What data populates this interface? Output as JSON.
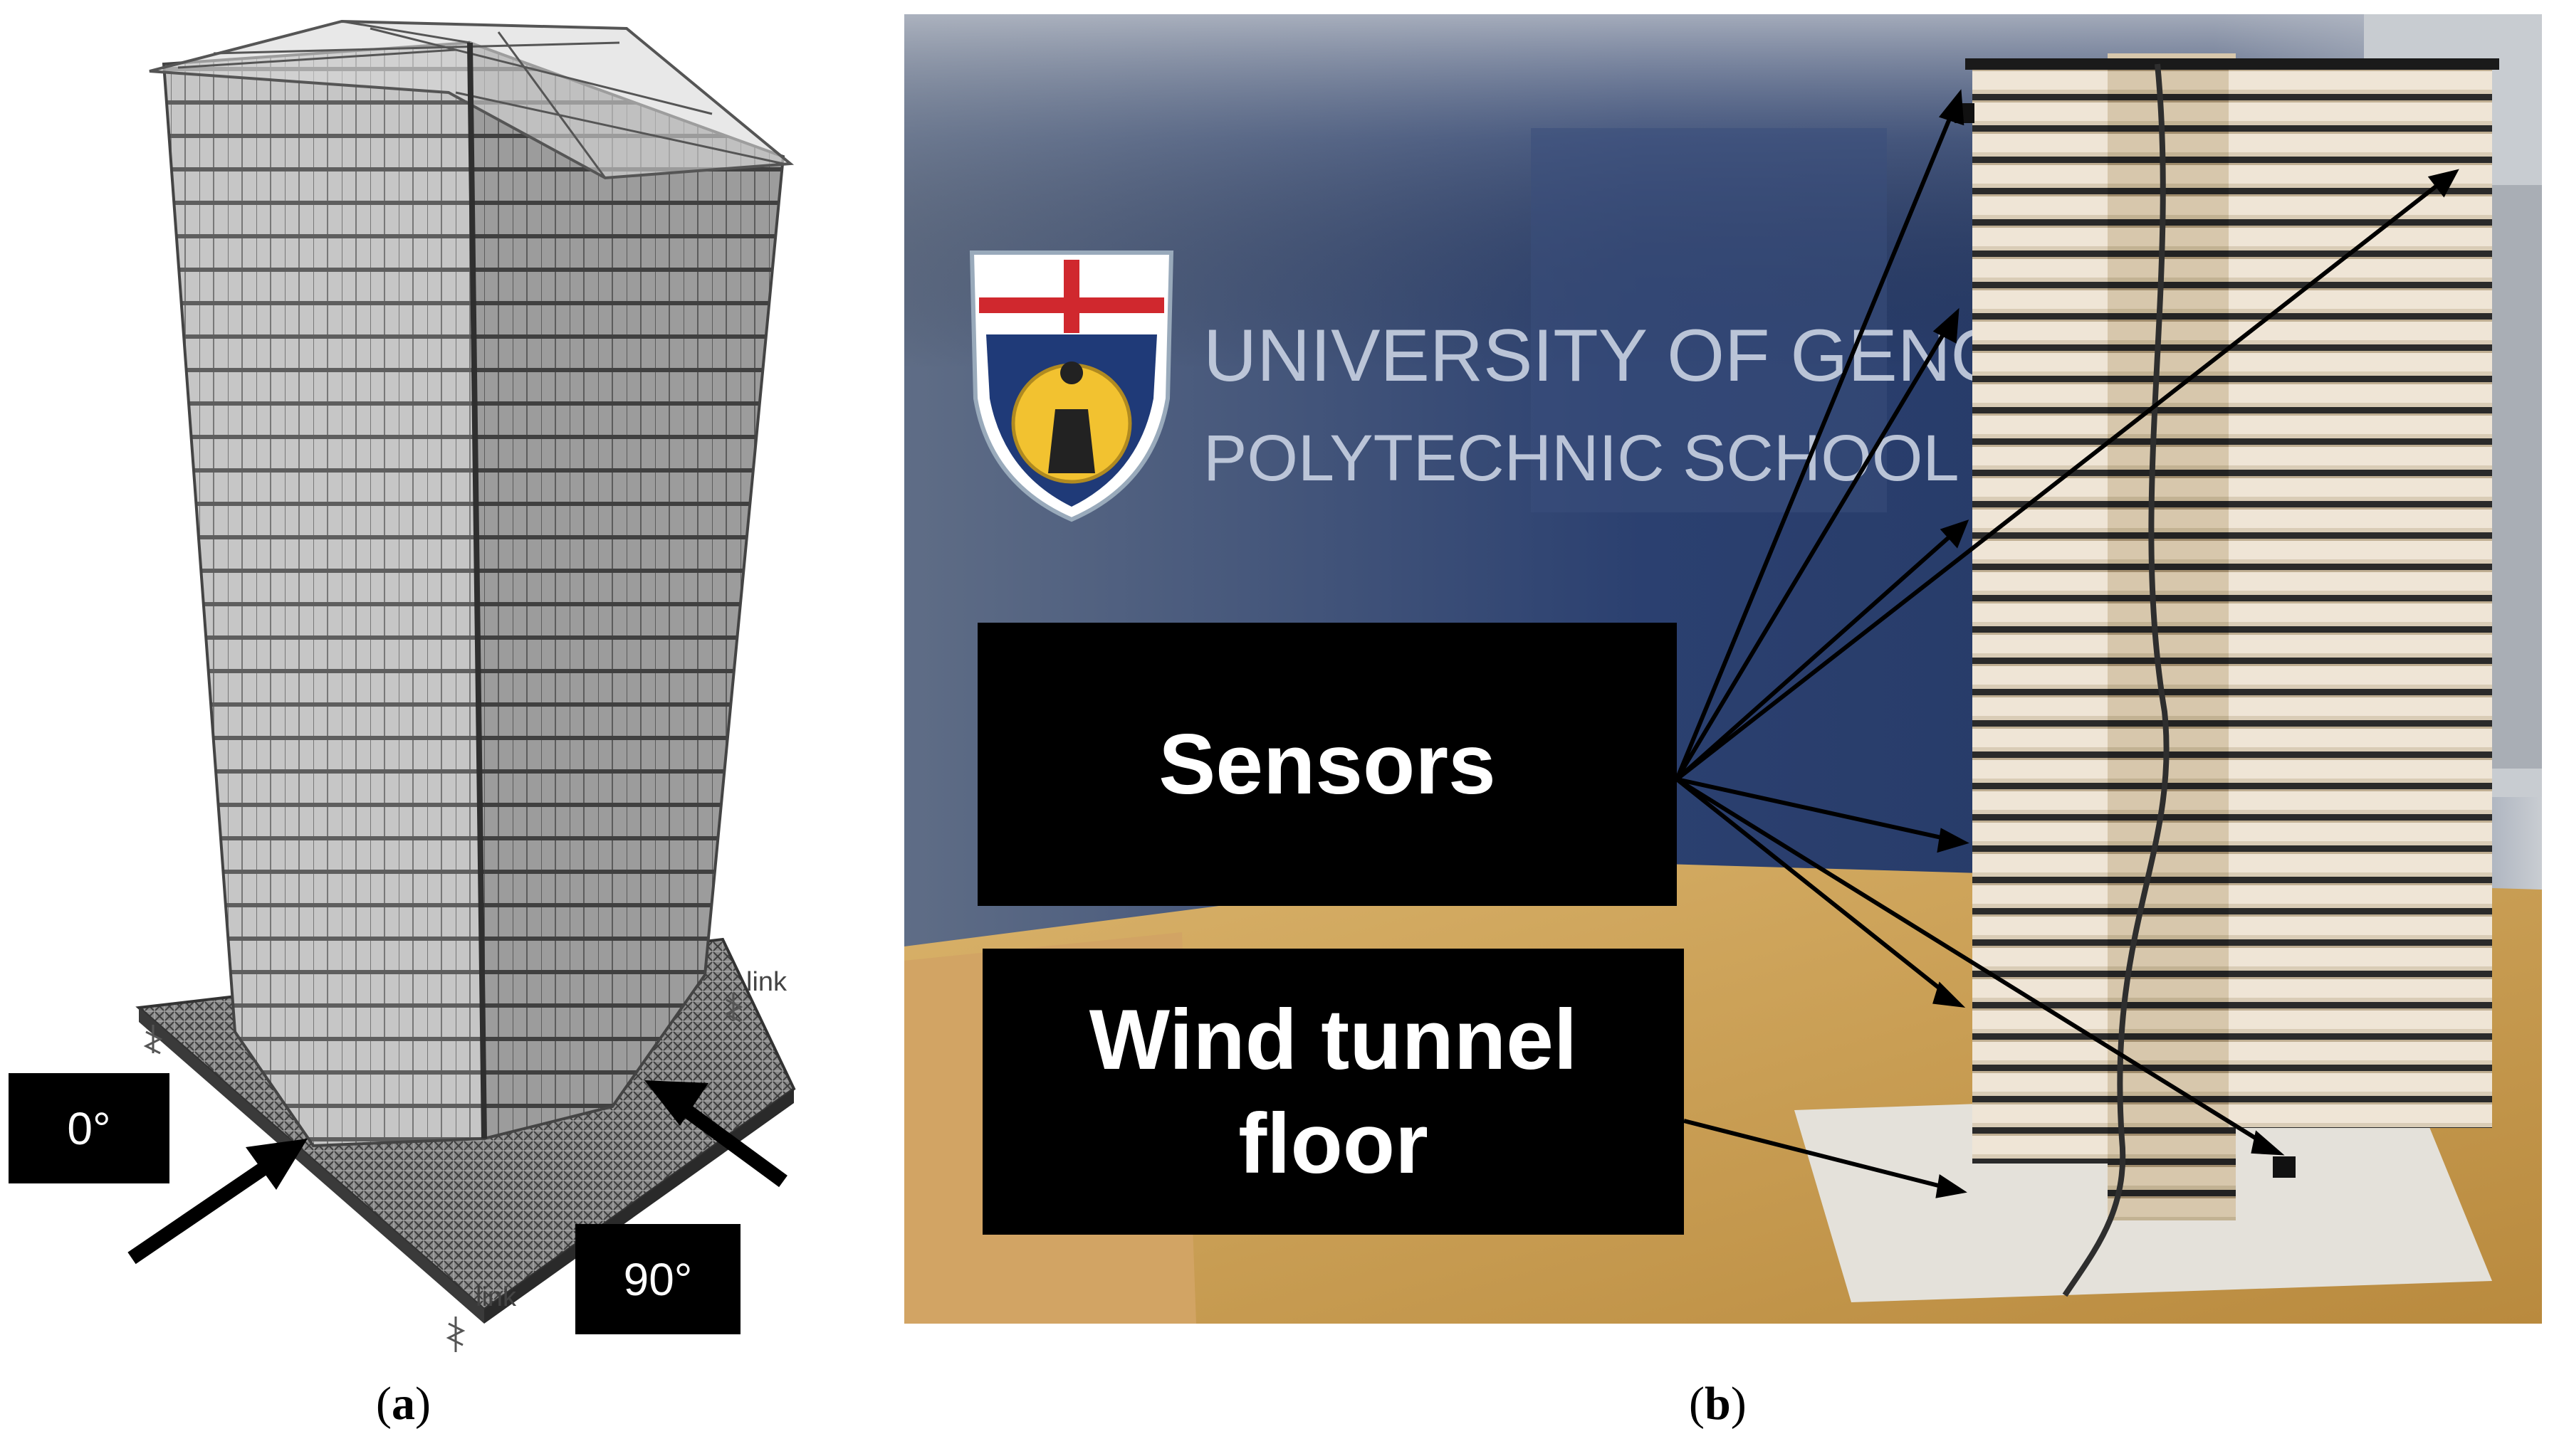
{
  "panel_a": {
    "labels": {
      "angle_0": "0°",
      "angle_90": "90°",
      "link_top": "link",
      "link_bottom": "link"
    },
    "caption": {
      "open": "(",
      "letter": "a",
      "close": ")"
    }
  },
  "panel_b": {
    "background_text": {
      "line1": "UNIVERSITY OF GENOVA",
      "line2": "POLYTECHNIC SCHOOL"
    },
    "callouts": {
      "sensors": "Sensors",
      "floor_line1": "Wind tunnel",
      "floor_line2": "floor"
    },
    "caption": {
      "open": "(",
      "letter": "b",
      "close": ")"
    }
  },
  "colors": {
    "label_bg": "#000000",
    "label_text": "#ffffff",
    "logo_blue": "#1f3a78",
    "logo_red": "#d0282e",
    "logo_gold": "#f2c230"
  }
}
